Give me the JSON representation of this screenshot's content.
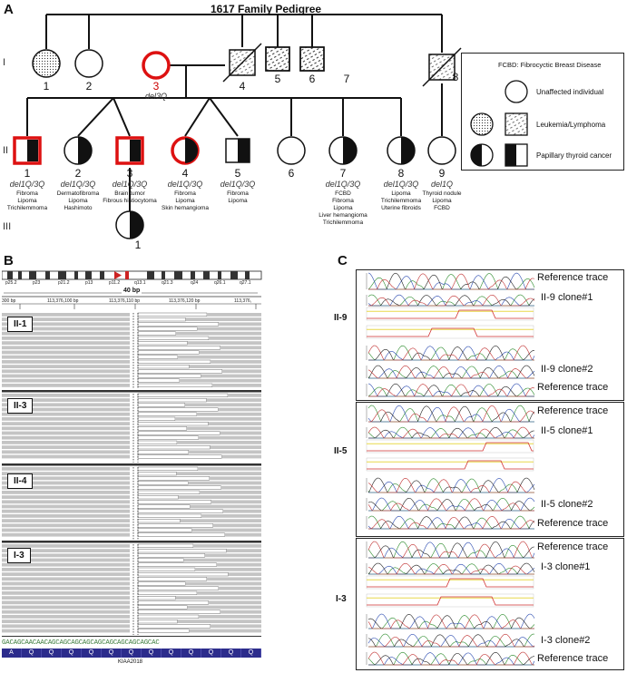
{
  "panels": {
    "a": "A",
    "b": "B",
    "c": "C"
  },
  "pedigree": {
    "title": "1617 Family Pedigree",
    "generations": [
      "I",
      "II",
      "III"
    ],
    "gen1": [
      {
        "num": "1"
      },
      {
        "num": "2"
      },
      {
        "num": "3",
        "geno": "del3Q"
      },
      {
        "num": "4"
      },
      {
        "num": "5"
      },
      {
        "num": "6"
      },
      {
        "num": "7"
      },
      {
        "num": "8"
      }
    ],
    "gen2": [
      {
        "num": "1",
        "geno": "del1Q/3Q",
        "pheno": "Fibroma\nLipoma\nTrichilemmoma"
      },
      {
        "num": "2",
        "geno": "del1Q/3Q",
        "pheno": "Dermatofibroma\nLipoma\nHashimoto"
      },
      {
        "num": "3",
        "geno": "del1Q/3Q",
        "pheno": "Brain tumor\nFibrous histiocytoma"
      },
      {
        "num": "4",
        "geno": "del1Q/3Q",
        "pheno": "Fibroma\nLipoma\nSkin hemangioma"
      },
      {
        "num": "5",
        "geno": "del1Q/3Q",
        "pheno": "Fibroma\nLipoma"
      },
      {
        "num": "6"
      },
      {
        "num": "7",
        "geno": "del1Q/3Q",
        "pheno": "FCBD\nFibroma\nLipoma\nLiver hemangioma\nTrichilemmoma"
      },
      {
        "num": "8",
        "geno": "del1Q/3Q",
        "pheno": "Lipoma\nTrichilemmoma\nUterine fibroids"
      },
      {
        "num": "9",
        "geno": "del1Q",
        "pheno": "Thyroid nodule\nLipoma\nFCBD"
      }
    ],
    "gen3": [
      {
        "num": "1"
      }
    ],
    "legend": {
      "title": "FCBD: Fibrocyctic Breast Disease",
      "items": [
        "Unaffected individual",
        "Leukemia/Lymphoma",
        "Papillary thyroid cancer"
      ]
    }
  },
  "igv": {
    "bands": [
      "p25.2",
      "p23",
      "p21.2",
      "p13",
      "p11.2",
      "q13.1",
      "q21.3",
      "q24",
      "q26.1",
      "q27.1"
    ],
    "span": "40 bp",
    "coords": [
      "300 bp",
      "113,376,100 bp",
      "113,376,110 bp",
      "113,376,120 bp",
      "113,376,"
    ],
    "samples": [
      "II-1",
      "II-3",
      "II-4",
      "I-3"
    ],
    "sequence": "GACAGCAACAACAGCAGCAGCAGCAGCAGCAGCAGCAGCAC",
    "aminoacids": [
      "A",
      "Q",
      "Q",
      "Q",
      "Q",
      "Q",
      "Q",
      "Q",
      "Q",
      "Q",
      "Q",
      "Q",
      "Q"
    ],
    "gene": "KIAA2018"
  },
  "sanger": {
    "groups": [
      {
        "label": "II-9",
        "traces": [
          "Reference trace",
          "II-9 clone#1",
          "II-9 clone#2",
          "Reference trace"
        ]
      },
      {
        "label": "II-5",
        "traces": [
          "Reference trace",
          "II-5 clone#1",
          "II-5 clone#2",
          "Reference trace"
        ]
      },
      {
        "label": "I-3",
        "traces": [
          "Reference trace",
          "I-3 clone#1",
          "I-3 clone#2",
          "Reference trace"
        ]
      }
    ]
  }
}
